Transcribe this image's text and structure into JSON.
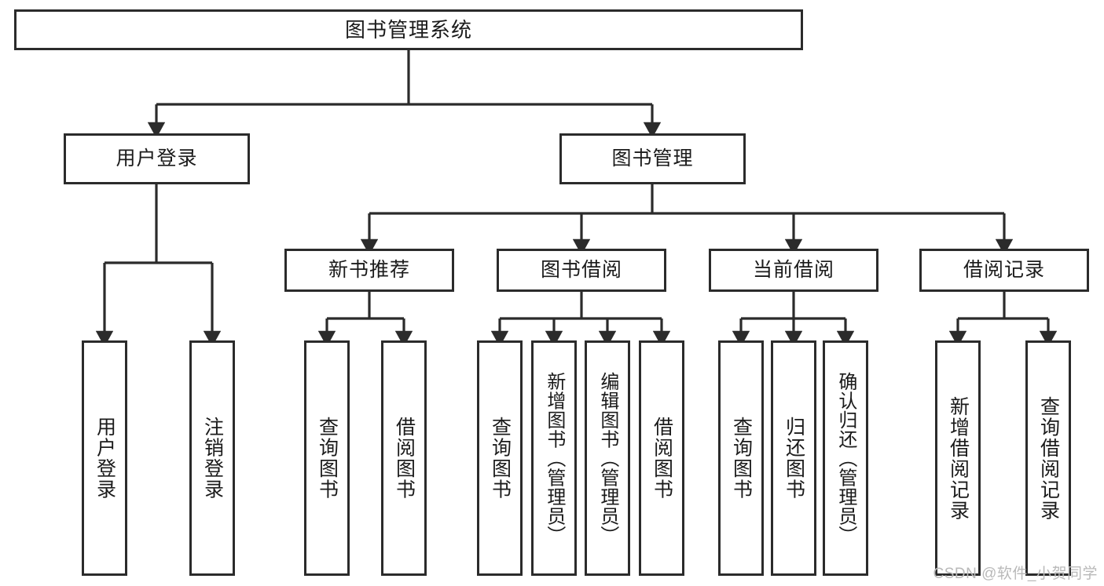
{
  "diagram": {
    "title": "图书管理系统",
    "watermark": "CSDN @软件_小贺同学",
    "colors": {
      "stroke": "#2b2b2b",
      "fill": "#ffffff",
      "text": "#1b1b1b",
      "watermark": "#b9b9b9"
    },
    "root": {
      "label": "图书管理系统"
    },
    "level1": [
      {
        "label": "用户登录"
      },
      {
        "label": "图书管理"
      }
    ],
    "level2": [
      {
        "label": "新书推荐"
      },
      {
        "label": "图书借阅"
      },
      {
        "label": "当前借阅"
      },
      {
        "label": "借阅记录"
      }
    ],
    "leaves": {
      "user_login": [
        {
          "label": "用户登录"
        },
        {
          "label": "注销登录"
        }
      ],
      "new_book_recommend": [
        {
          "label": "查询图书"
        },
        {
          "label": "借阅图书"
        }
      ],
      "book_borrow": [
        {
          "label": "查询图书"
        },
        {
          "label": "新增图书（管理员）"
        },
        {
          "label": "编辑图书（管理员）"
        },
        {
          "label": "借阅图书"
        }
      ],
      "current_borrow": [
        {
          "label": "查询图书"
        },
        {
          "label": "归还图书"
        },
        {
          "label": "确认归还（管理员）"
        }
      ],
      "borrow_record": [
        {
          "label": "新增借阅记录"
        },
        {
          "label": "查询借阅记录"
        }
      ]
    }
  }
}
